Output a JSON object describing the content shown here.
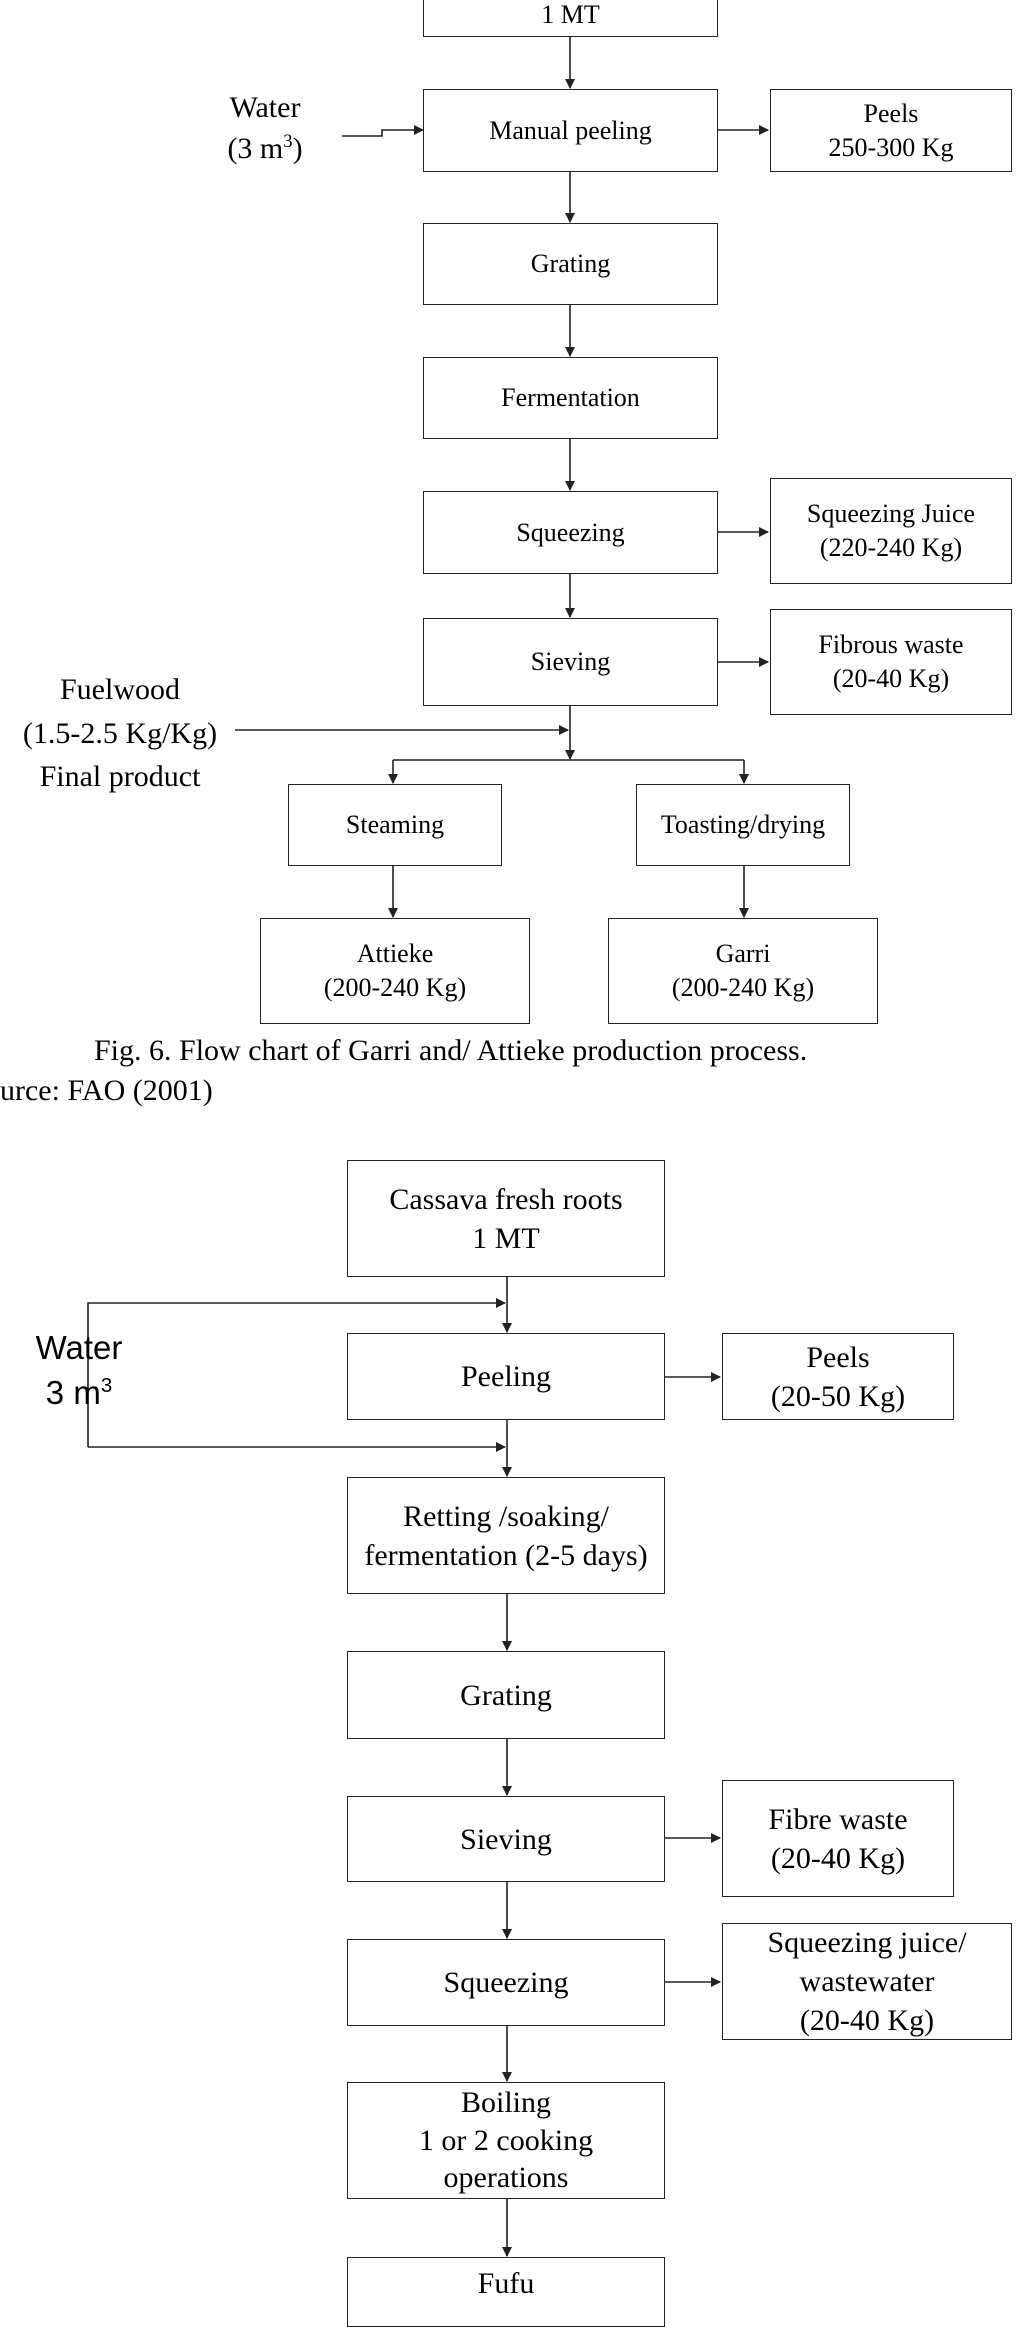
{
  "flowchart1": {
    "top_box_label": "1 MT",
    "water": {
      "line1": "Water",
      "line2_prefix": "(3 m",
      "line2_sup": "3",
      "line2_suffix": ")"
    },
    "manual_peeling": "Manual peeling",
    "peels": {
      "line1": "Peels",
      "line2": "250-300 Kg"
    },
    "grating": "Grating",
    "fermentation": "Fermentation",
    "squeezing": "Squeezing",
    "squeezing_juice": {
      "line1": "Squeezing Juice",
      "line2": "(220-240 Kg)"
    },
    "sieving": "Sieving",
    "fibrous_waste": {
      "line1": "Fibrous waste",
      "line2": "(20-40 Kg)"
    },
    "fuelwood": {
      "line1": "Fuelwood",
      "line2": "(1.5-2.5 Kg/Kg)",
      "line3": "Final product"
    },
    "steaming": "Steaming",
    "toasting": "Toasting/drying",
    "attieke": {
      "line1": "Attieke",
      "line2": "(200-240 Kg)"
    },
    "garri": {
      "line1": "Garri",
      "line2": "(200-240 Kg)"
    },
    "caption": "Fig. 6. Flow chart of Garri and/ Attieke production process.",
    "source": "urce: FAO (2001)"
  },
  "flowchart2": {
    "fresh_roots": {
      "line1": "Cassava fresh roots",
      "line2": "1 MT"
    },
    "water": {
      "line1": "Water",
      "line2_prefix": "3 m",
      "line2_sup": "3"
    },
    "peeling": "Peeling",
    "peels": {
      "line1": "Peels",
      "line2": "(20-50 Kg)"
    },
    "retting": {
      "line1": "Retting /soaking/",
      "line2": "fermentation (2-5 days)"
    },
    "grating": "Grating",
    "sieving": "Sieving",
    "fibre_waste": {
      "line1": "Fibre waste",
      "line2": "(20-40 Kg)"
    },
    "squeezing": "Squeezing",
    "squeezing_juice": {
      "line1": "Squeezing juice/",
      "line2": "wastewater",
      "line3": "(20-40 Kg)"
    },
    "boiling": {
      "line1": "Boiling",
      "line2": "1 or 2 cooking",
      "line3": "operations"
    },
    "fufu": "Fufu"
  },
  "colors": {
    "line": "#222222",
    "text": "#000000",
    "background": "#ffffff"
  }
}
